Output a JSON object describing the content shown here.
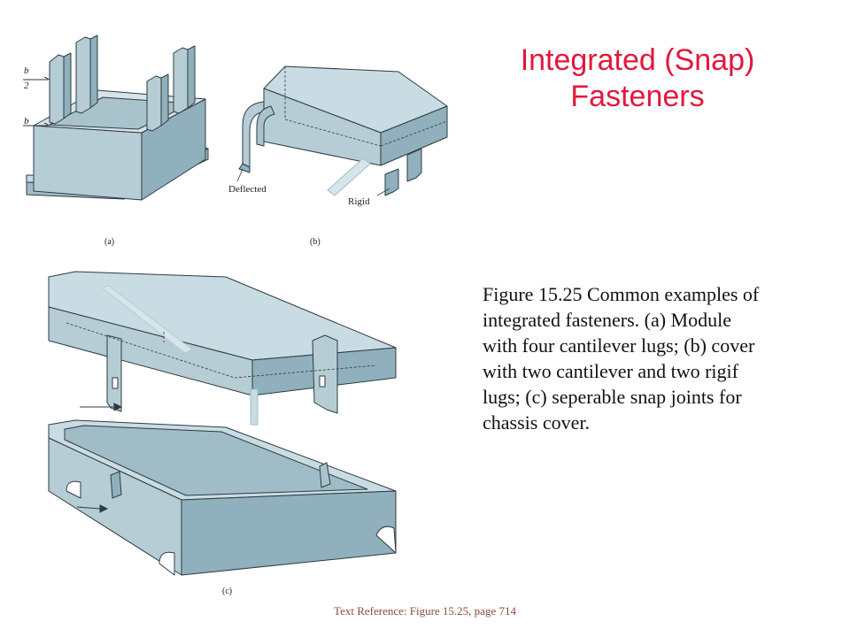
{
  "slide": {
    "title_lines": [
      "Integrated (Snap)",
      "Fasteners"
    ],
    "caption_lines": [
      "Figure 15.25  Common examples of",
      "integrated fasteners.  (a) Module",
      "with four cantilever lugs;  (b) cover",
      "with two cantilever and two rigif",
      "lugs;  (c) seperable snap joints for",
      "chassis cover."
    ],
    "reference": "Text Reference:  Figure 15.25,  page 714"
  },
  "figure_a": {
    "label": "(a)",
    "dim_top_num": "b",
    "dim_top_den": "2",
    "dim_bottom": "b"
  },
  "figure_b": {
    "label": "(b)",
    "deflected_label": "Deflected",
    "rigid_label": "Rigid"
  },
  "figure_c": {
    "label": "(c)"
  },
  "colors": {
    "title": "#e3173b",
    "part_face": "#b6cdd6",
    "part_top": "#c9dce3",
    "part_dark": "#8fb0bc",
    "outline": "#2e3b40"
  }
}
